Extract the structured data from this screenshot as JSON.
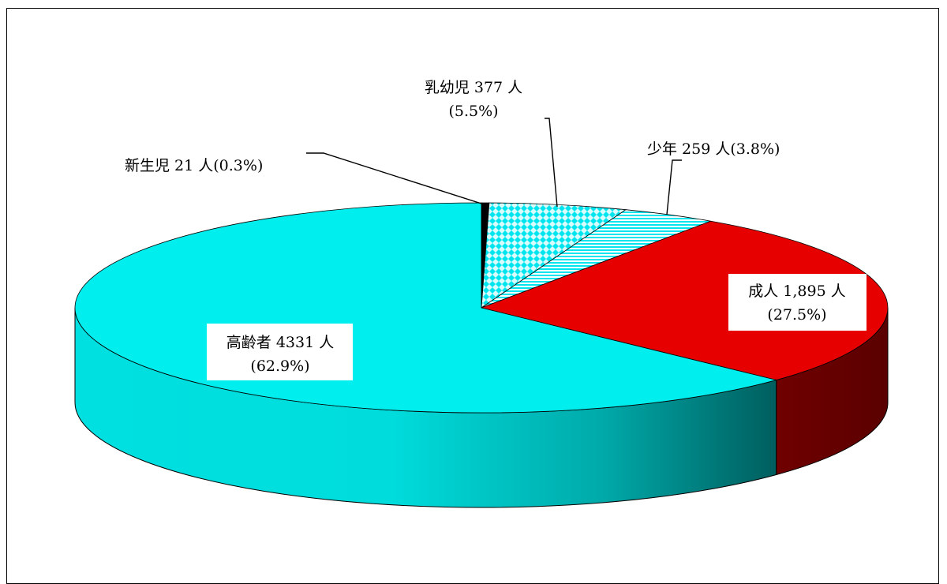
{
  "chart_data": {
    "type": "pie",
    "style": "3d",
    "legend": "none",
    "slices": [
      {
        "name": "新生児",
        "count": 21,
        "percent": 0.3,
        "color": "#000000",
        "fill": "solid",
        "label_line1": "新生児 21 人(0.3%)",
        "label_line2": ""
      },
      {
        "name": "乳幼児",
        "count": 377,
        "percent": 5.5,
        "color": "#00e5ee",
        "fill": "diamond-pattern",
        "label_line1": "乳幼児 377 人",
        "label_line2": "(5.5%)"
      },
      {
        "name": "少年",
        "count": 259,
        "percent": 3.8,
        "color": "#00e5ee",
        "fill": "stripe-pattern",
        "label_line1": "少年 259 人(3.8%)",
        "label_line2": ""
      },
      {
        "name": "成人",
        "count": 1895,
        "percent": 27.5,
        "color": "#e60000",
        "fill": "solid",
        "label_line1": "成人 1,895 人",
        "label_line2": "(27.5%)"
      },
      {
        "name": "高齢者",
        "count": 4331,
        "percent": 62.9,
        "color": "#00eeee",
        "fill": "solid",
        "label_line1": "高齢者 4331 人",
        "label_line2": "(62.9%)"
      }
    ]
  }
}
